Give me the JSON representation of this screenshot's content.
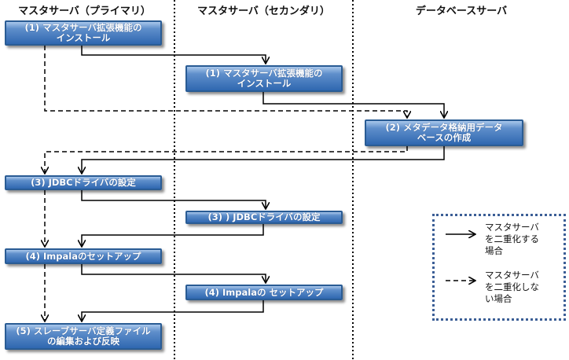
{
  "columns": {
    "primary": "マスタサーバ（プライマリ）",
    "secondary": "マスタサーバ（セカンダリ）",
    "database": "データベースサーバ"
  },
  "steps": {
    "install_primary": "(1) マスタサーバ拡張機能の\nインストール",
    "install_secondary": "(1) マスタサーバ拡張機能の\nインストール",
    "create_db": "(2) メタデータ格納用データ\nベースの作成",
    "jdbc_primary": "(3) JDBCドライバの設定",
    "jdbc_secondary": "(3) ) JDBCドライバの設定",
    "impala_primary": "(4) Impalaのセットアップ",
    "impala_secondary": "(4) Impalaの セットアップ",
    "slave_edit": "(5) スレーブサーバ定義ファイル\nの編集および反映"
  },
  "legend": {
    "solid_label": "マスタサーバ\nを二重化する\n場合",
    "dashed_label": "マスタサーバ\nを二重化しな\nい場合"
  },
  "colors": {
    "box_top": "#a9c7eb",
    "box_bottom": "#2f67b0",
    "box_border": "#2a5c94",
    "legend_border": "#3b5e96"
  }
}
